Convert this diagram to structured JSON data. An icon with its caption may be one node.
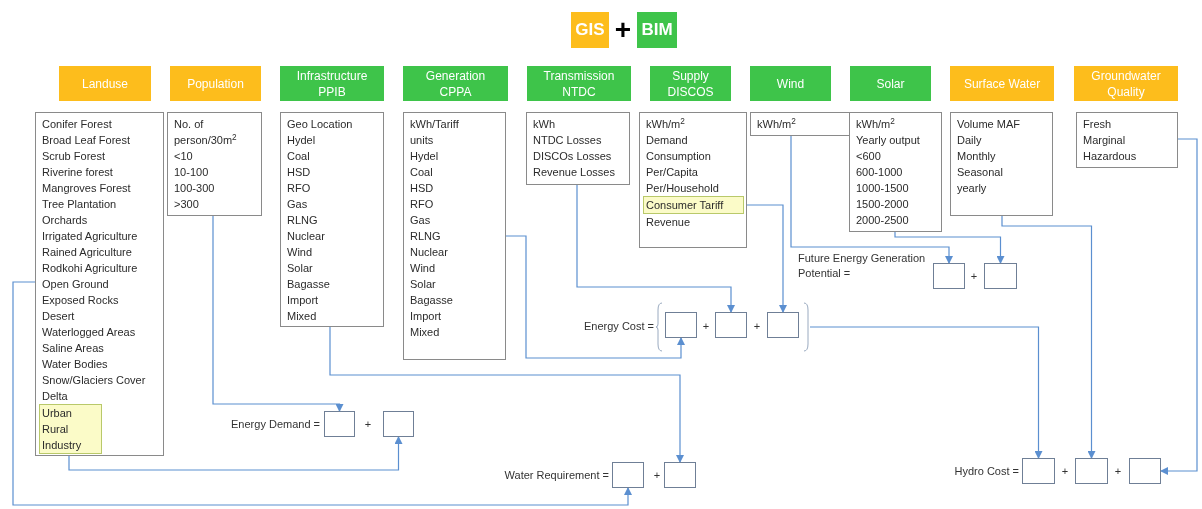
{
  "diagram": {
    "nodes": [
      {
        "text": [
          "GIS"
        ]
      },
      {
        "text": [
          "BIM"
        ]
      },
      {
        "text": [
          "Landuse"
        ]
      },
      {
        "text": [
          "Conifer Forest",
          "Broad Leaf Forest",
          "Scrub Forest",
          "Riverine forest",
          "Mangroves Forest",
          "Tree Plantation",
          "Orchards",
          "Irrigated Agriculture",
          "Rained Agriculture",
          "Rodkohi Agriculture",
          "Open Ground",
          "Exposed Rocks",
          "Desert",
          "Waterlogged Areas",
          "Saline Areas",
          "Water Bodies",
          "Snow/Glaciers Cover",
          "Delta"
        ]
      },
      {
        "text": [
          "Urban",
          "Rural",
          "Industry"
        ],
        "in": 3
      },
      {
        "text": [
          "Population"
        ]
      },
      {
        "text": [
          "No. of person/30m$^{2}$",
          "<10",
          "10-100",
          "100-300",
          ">300"
        ]
      },
      {
        "text": [
          "Infrastructure PPIB"
        ]
      },
      {
        "text": [
          "Geo Location",
          "Hydel",
          "Coal",
          "HSD",
          "RFO",
          "Gas",
          "RLNG",
          "Nuclear",
          "Wind",
          "Solar",
          "Bagasse",
          "Import",
          "Mixed"
        ]
      },
      {
        "text": [
          "Generation CPPA"
        ]
      },
      {
        "text": [
          "kWh/Tariff",
          "units",
          "Hydel",
          "Coal",
          "HSD",
          "RFO",
          "Gas",
          "RLNG",
          "Nuclear",
          "Wind",
          "Solar",
          "Bagasse",
          "Import",
          "Mixed"
        ]
      },
      {
        "text": [
          "Transmission NTDC"
        ]
      },
      {
        "text": [
          "kWh",
          "NTDC Losses",
          "DISCOs Losses",
          "Revenue Losses"
        ]
      },
      {
        "text": [
          "Supply DISCOS"
        ]
      },
      {
        "text": [
          "kWh/m$^{2}$",
          "Demand",
          "Consumption",
          "Per/Capita",
          "Per/Household",
          "Revenue"
        ]
      },
      {
        "text": [
          "Consumer Tariff"
        ],
        "in": 14
      },
      {
        "text": [
          "Wind"
        ]
      },
      {
        "text": [
          "kWh/m$^{2}$"
        ]
      },
      {
        "text": [
          "Solar"
        ]
      },
      {
        "text": [
          "kWh/m$^{2}$",
          "Yearly output",
          "<600",
          "600-1000",
          "1000-1500",
          "1500-2000",
          "2000-2500"
        ]
      },
      {
        "text": [
          "Surface Water"
        ]
      },
      {
        "text": [
          "Volume MAF",
          "Daily",
          "Monthly",
          "Seasonal",
          "yearly"
        ]
      },
      {
        "text": [
          "Groundwater Quality"
        ]
      },
      {
        "text": [
          "Fresh",
          "Marginal",
          "Hazardous"
        ]
      },
      {
        "text": [],
        "shape": "box"
      },
      {
        "text": [],
        "shape": "box"
      },
      {
        "text": [],
        "shape": "box"
      },
      {
        "text": [],
        "shape": "box"
      },
      {
        "text": [],
        "shape": "bracket"
      },
      {
        "text": [],
        "shape": "box",
        "in": 28
      },
      {
        "text": [],
        "shape": "box",
        "in": 28
      },
      {
        "text": [],
        "shape": "box",
        "in": 28
      },
      {
        "text": [],
        "shape": "box"
      },
      {
        "text": [],
        "shape": "box"
      },
      {
        "text": [],
        "shape": "box"
      },
      {
        "text": [],
        "shape": "box"
      },
      {
        "text": [],
        "shape": "box"
      }
    ],
    "edges": [
      {
        "from": 6,
        "to": 24,
        "arrow": "to"
      },
      {
        "from": 4,
        "to": 25,
        "arrow": "to"
      },
      {
        "from": 3,
        "to": 26,
        "arrow": "to"
      },
      {
        "from": 8,
        "to": 27,
        "arrow": "to"
      },
      {
        "from": 10,
        "to": 29,
        "arrow": "to"
      },
      {
        "from": 12,
        "to": 30,
        "arrow": "to"
      },
      {
        "from": 15,
        "to": 31,
        "arrow": "to"
      },
      {
        "from": 17,
        "to": 32,
        "arrow": "to"
      },
      {
        "from": 19,
        "to": 33,
        "arrow": "to"
      },
      {
        "from": 28,
        "to": 34,
        "arrow": "to"
      },
      {
        "from": 21,
        "to": 35,
        "arrow": "to"
      },
      {
        "from": 23,
        "to": 36,
        "arrow": "to"
      }
    ],
    "labels": [
      "+",
      "Future Energy Generation Potential =",
      "+",
      "Energy Cost =",
      "+",
      "+",
      "Energy Demand =",
      "+",
      "Hydro Cost =",
      "+",
      "+",
      "Water Requirement =",
      "+"
    ]
  }
}
